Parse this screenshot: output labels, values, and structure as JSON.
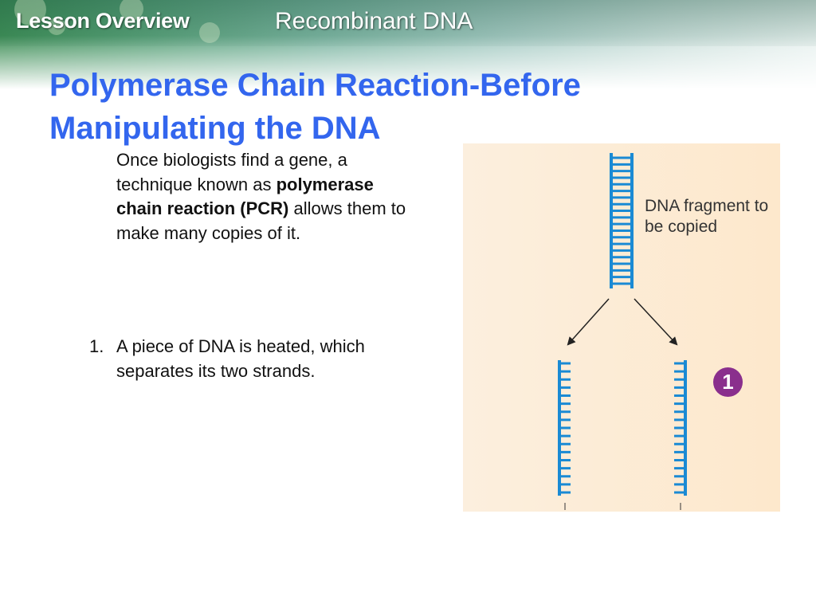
{
  "header": {
    "section": "Lesson Overview",
    "topic": "Recombinant DNA"
  },
  "slide": {
    "title": "Polymerase Chain Reaction-Before Manipulating the DNA",
    "intro": {
      "part1": "Once biologists find a gene, a technique known as ",
      "bold": "polymerase chain reaction (PCR)",
      "part2": " allows them to make many copies of it."
    },
    "steps": [
      {
        "number": "1.",
        "text": "A piece of DNA is heated, which separates its two strands."
      }
    ]
  },
  "figure": {
    "label": "DNA fragment to be copied",
    "badge": "1",
    "colors": {
      "dna": "#1a8ad4",
      "badge": "#8a2f8d",
      "background": "#fdebd3"
    },
    "double_strand_rungs": 20,
    "single_strand_teeth": 17
  }
}
